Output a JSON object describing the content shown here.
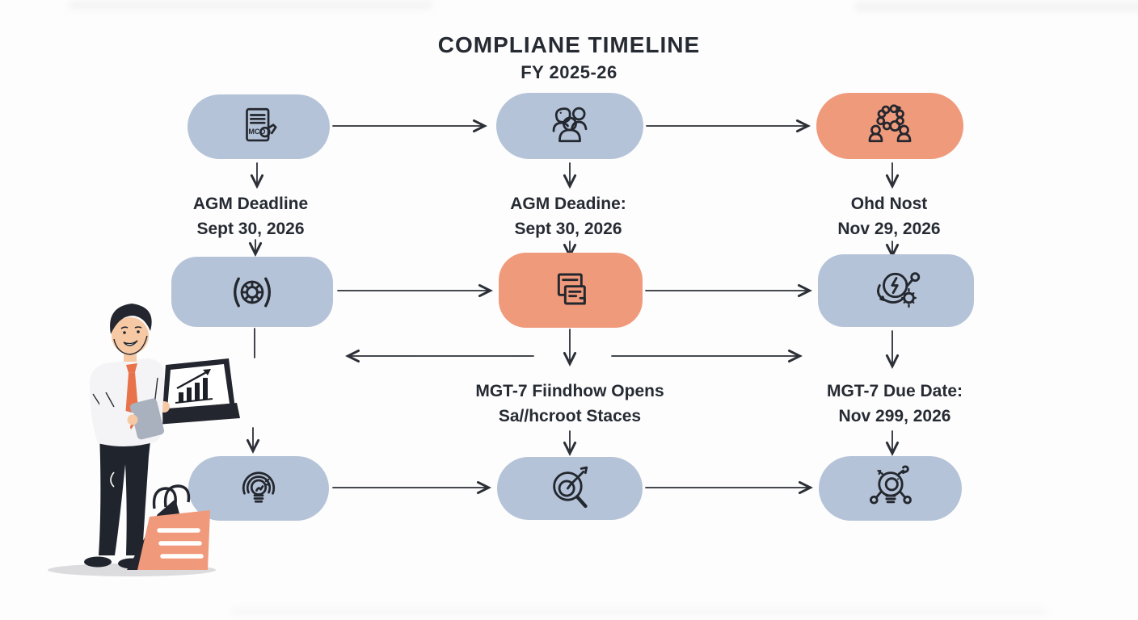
{
  "title": {
    "line1": "COMPLIANE TIMELINE",
    "line2": "FY 2025-26"
  },
  "labels": {
    "agm1": {
      "line1": "AGM Deadline",
      "line2": "Sept 30, 2026"
    },
    "agm2": {
      "line1": "AGM Deadine:",
      "line2": "Sept 30, 2026"
    },
    "ohd": {
      "line1": "Ohd Nost",
      "line2": "Nov 29, 2026"
    },
    "mgt_open": {
      "line1": "MGT-7 Fiindhow Opens",
      "line2": "Sa//hcroot Staces"
    },
    "mgt_due": {
      "line1": "MGT-7 Due Date:",
      "line2": "Nov 299, 2026"
    }
  },
  "icons": {
    "doc_text": "MCO",
    "names": [
      "document-signature-icon",
      "people-group-icon",
      "people-cycle-icon",
      "segmented-wheel-icon",
      "documents-icon",
      "sync-bolt-gear-icon",
      "lightbulb-ripple-icon",
      "target-magnifier-icon",
      "lightbulb-network-icon"
    ]
  },
  "colors": {
    "background": "#fdfdfd",
    "node-blue": "#b5c3d8",
    "node-orange": "#f09a7c",
    "text": "#262b33",
    "arrow": "#2b2f36",
    "icon-stroke": "#23272e",
    "tie-orange": "#e8734a",
    "bag-orange": "#f0997b",
    "skin": "#f6c9a4",
    "dark": "#20242c",
    "shirt": "#f4f4f6",
    "tablet-gray": "#a9b1bf",
    "shadow": "#dcdcdf"
  }
}
